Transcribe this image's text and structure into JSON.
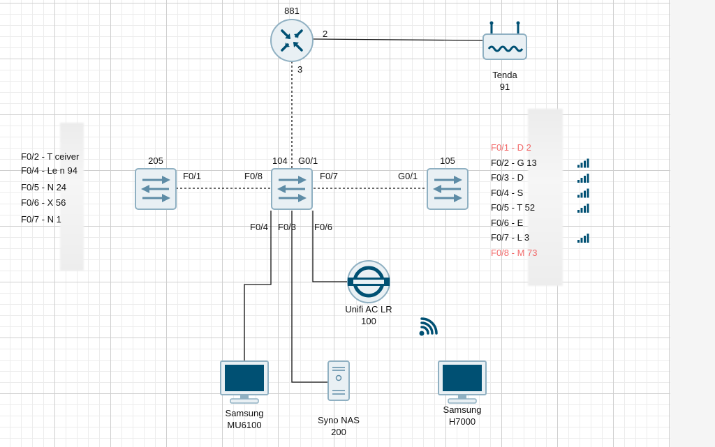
{
  "router": {
    "label": "881",
    "port_wireless": "2",
    "port_switch": "3"
  },
  "wireless_router": {
    "name": "Tenda",
    "number": "91"
  },
  "switch_left": {
    "label": "205",
    "port": "F0/1"
  },
  "switch_center": {
    "label": "104",
    "port_uplink": "G0/1",
    "port_left": "F0/8",
    "port_right": "F0/7",
    "port_tv": "F0/4",
    "port_nas": "F0/3",
    "port_ap": "F0/6"
  },
  "switch_right": {
    "label": "105",
    "port": "G0/1"
  },
  "access_point": {
    "name": "Unifi AC LR",
    "number": "100"
  },
  "tv_left": {
    "name": "Samsung",
    "model": "MU6100"
  },
  "nas": {
    "name": "Syno NAS",
    "number": "200"
  },
  "tv_right": {
    "name": "Samsung",
    "model": "H7000"
  },
  "left_port_list": [
    {
      "text": "F0/2 - T      ceiver"
    },
    {
      "text": "F0/4 - Le      n 94"
    },
    {
      "text": "F0/5 - N       24"
    },
    {
      "text": "F0/6 - X       56"
    },
    {
      "text": "F0/7 - N       1"
    }
  ],
  "right_port_list": [
    {
      "text": "F0/1 - D         2",
      "status": "down",
      "signal": false
    },
    {
      "text": "F0/2 - G          13",
      "status": "up",
      "signal": true
    },
    {
      "text": "F0/3 - D",
      "status": "up",
      "signal": true
    },
    {
      "text": "F0/4 - S",
      "status": "up",
      "signal": true
    },
    {
      "text": "F0/5 - T          52",
      "status": "up",
      "signal": true
    },
    {
      "text": "F0/6 - E",
      "status": "up",
      "signal": false
    },
    {
      "text": "F0/7 - L          3",
      "status": "up",
      "signal": true
    },
    {
      "text": "F0/8 - M          73",
      "status": "down",
      "signal": false
    }
  ],
  "colors": {
    "icon_fill": "#005073",
    "icon_light": "#6b93a8",
    "switch_fill": "#e9f0f4",
    "switch_border": "#8fb0c2",
    "down_text": "#f26a6a",
    "line": "#111111"
  },
  "icons": {
    "router": "router-icon",
    "wireless_router": "wireless-router-icon",
    "switch": "switch-icon",
    "access_point": "access-point-icon",
    "monitor": "monitor-icon",
    "server": "server-icon",
    "wifi": "wifi-icon",
    "signal": "signal-bars-icon"
  }
}
